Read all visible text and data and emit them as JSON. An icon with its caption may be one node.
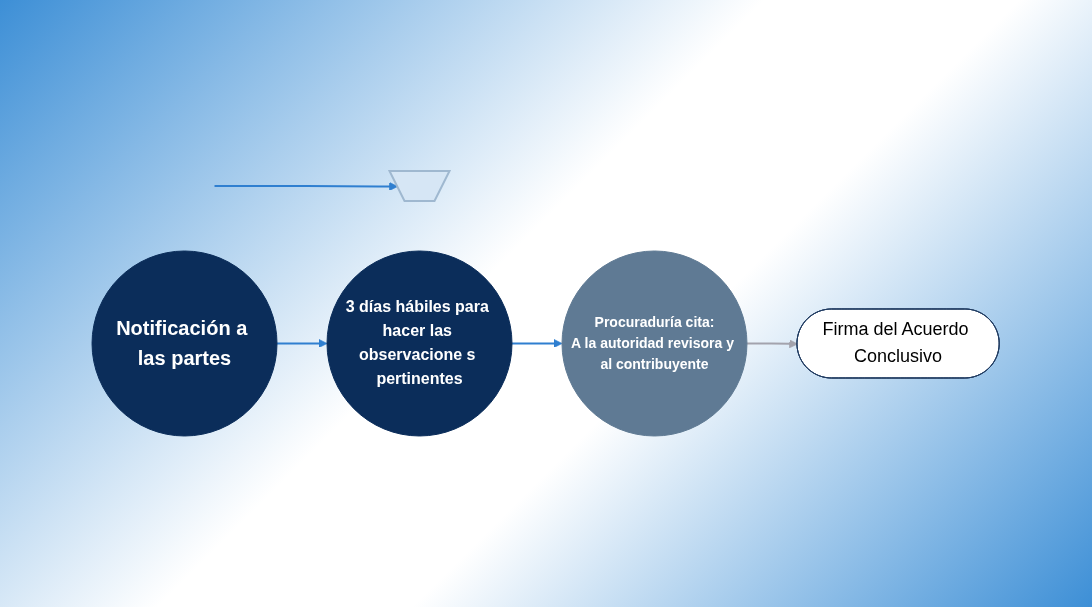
{
  "diagram": {
    "nodes": [
      {
        "text": [],
        "shape": "funnel"
      },
      {
        "text": [
          "Notificación a las partes"
        ]
      },
      {
        "text": [
          "3 días hábiles para hacer las observacione s pertinentes"
        ]
      },
      {
        "text": [
          "Procuraduría cita:",
          "A la autoridad revisora y al contribuyente"
        ]
      },
      {
        "text": [
          "Firma del Acuerdo Conclusivo"
        ]
      }
    ],
    "edges": [
      {
        "from": null,
        "to": 0,
        "arrow": "to"
      },
      {
        "from": 1,
        "to": 2,
        "arrow": "to"
      },
      {
        "from": 2,
        "to": 3,
        "arrow": "to"
      },
      {
        "from": 3,
        "to": 4,
        "arrow": "to",
        "color": "#a3a3ad"
      }
    ]
  }
}
